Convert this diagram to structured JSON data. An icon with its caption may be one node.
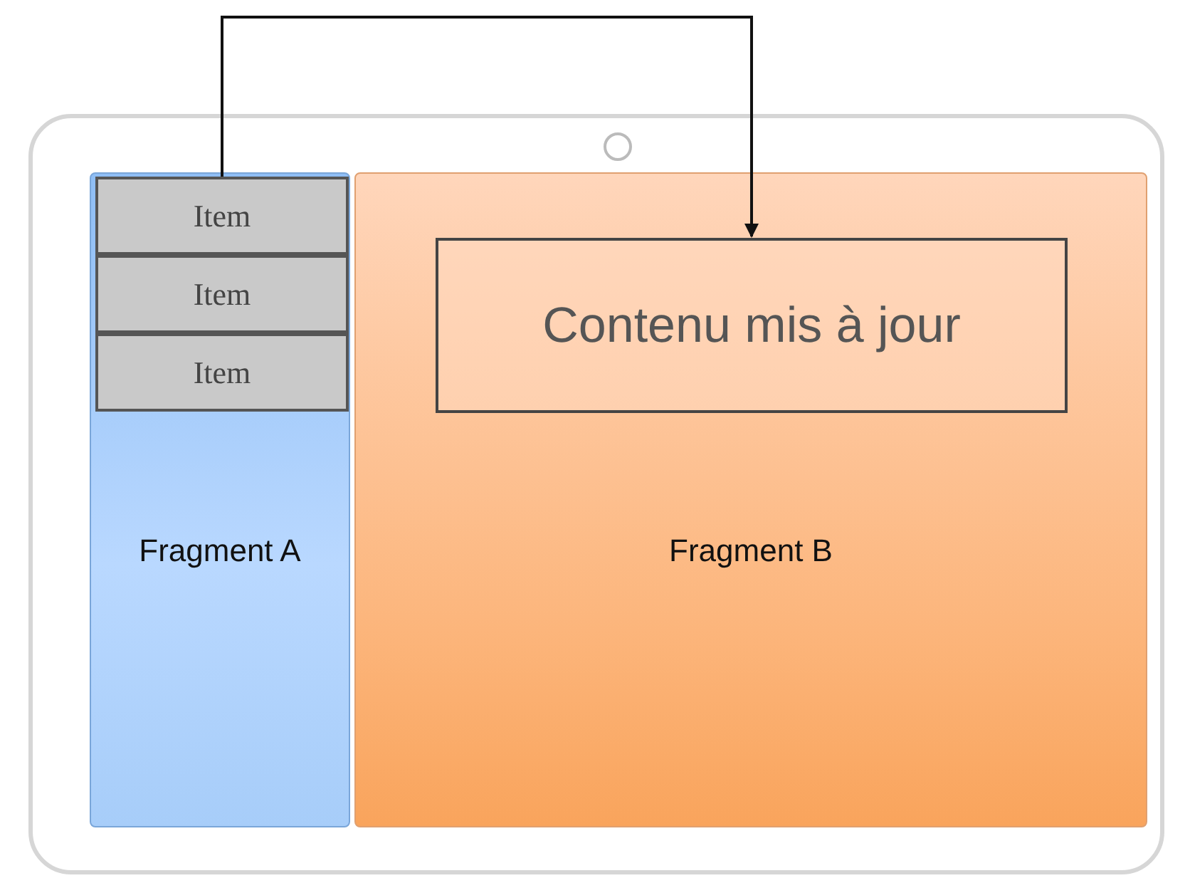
{
  "diagram": {
    "nodes": [
      {
        "text": [],
        "shape": "box"
      },
      {
        "text": [
          "Fragment A"
        ],
        "in": 0
      },
      {
        "text": [
          "Item"
        ],
        "in": 1
      },
      {
        "text": [
          "Item"
        ],
        "in": 1
      },
      {
        "text": [
          "Item"
        ],
        "in": 1
      },
      {
        "text": [
          "Fragment B"
        ],
        "in": 0
      },
      {
        "text": [
          "Contenu mis à jour"
        ],
        "in": 5
      }
    ],
    "edges": [
      {
        "from": 2,
        "to": 6,
        "arrow": "to"
      }
    ]
  }
}
